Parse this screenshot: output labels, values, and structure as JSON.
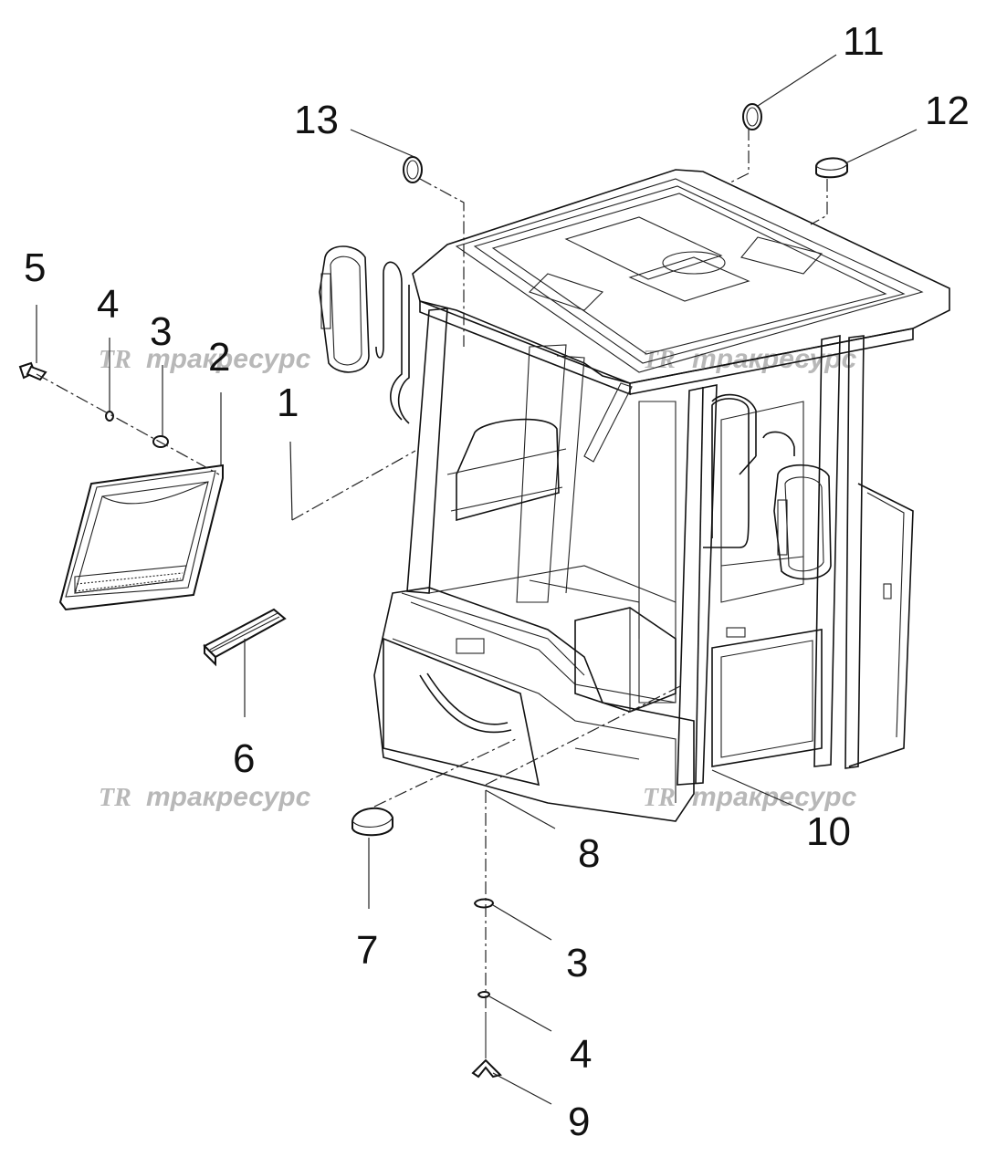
{
  "callouts": [
    "1",
    "2",
    "3",
    "4",
    "5",
    "6",
    "7",
    "8",
    "9",
    "10",
    "11",
    "12",
    "13",
    "3",
    "4"
  ],
  "watermark": {
    "logo": "TR",
    "text": "тракресурс"
  },
  "colors": {
    "line": "#111111",
    "watermark": "#b8b8b8",
    "background": "#ffffff"
  }
}
